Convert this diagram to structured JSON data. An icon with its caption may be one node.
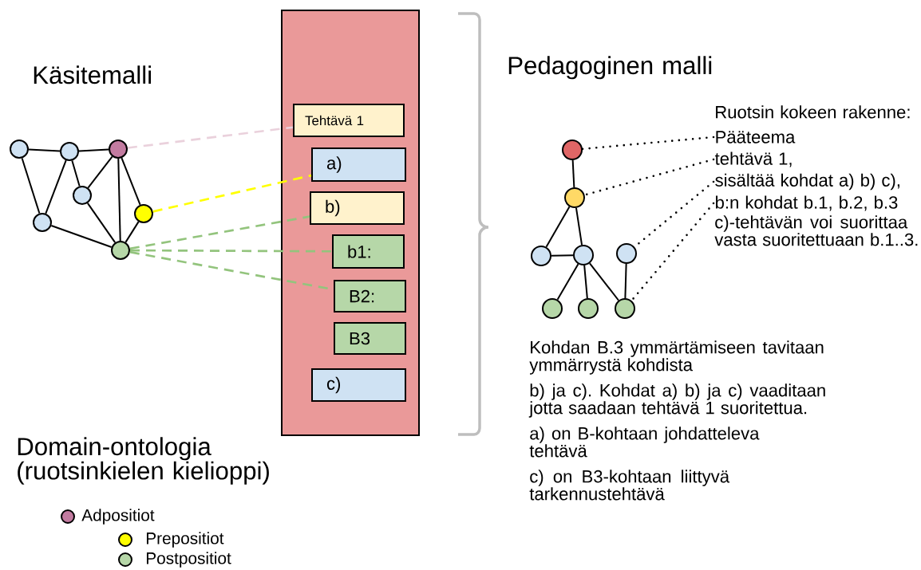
{
  "diagram": {
    "nodes": [
      {
        "text": [],
        "shape": "box"
      },
      {
        "text": [
          "Tehtävä 1"
        ],
        "in": 0
      },
      {
        "text": [
          "a)"
        ],
        "in": 0
      },
      {
        "text": [
          "b)"
        ],
        "in": 0
      },
      {
        "text": [
          "b1:"
        ],
        "in": 0
      },
      {
        "text": [
          "B2:"
        ],
        "in": 0
      },
      {
        "text": [
          "B3"
        ],
        "in": 0
      },
      {
        "text": [
          "c)"
        ],
        "in": 0
      },
      {
        "text": [],
        "shape": "circle"
      },
      {
        "text": [],
        "shape": "circle"
      },
      {
        "text": [],
        "shape": "circle"
      },
      {
        "text": [],
        "shape": "circle"
      },
      {
        "text": [],
        "shape": "circle"
      },
      {
        "text": [],
        "shape": "circle"
      },
      {
        "text": [],
        "shape": "circle"
      },
      {
        "text": [],
        "shape": "circle"
      },
      {
        "text": [],
        "shape": "circle"
      },
      {
        "text": [],
        "shape": "circle"
      },
      {
        "text": [],
        "shape": "circle"
      },
      {
        "text": [],
        "shape": "circle"
      },
      {
        "text": [],
        "shape": "circle"
      },
      {
        "text": [],
        "shape": "circle"
      },
      {
        "text": [],
        "shape": "circle"
      },
      {
        "text": [
          "Pääteema"
        ]
      },
      {
        "text": [
          "tehtävä 1,"
        ]
      },
      {
        "text": [
          "sisältää kohdat a) b) c),"
        ]
      },
      {
        "text": [
          "b:n kohdat b.1, b.2, b.3"
        ]
      }
    ],
    "edges": [
      {
        "from": 8,
        "to": 9,
        "arrow": "none"
      },
      {
        "from": 9,
        "to": 10,
        "arrow": "none"
      },
      {
        "from": 8,
        "to": 12,
        "arrow": "none"
      },
      {
        "from": 9,
        "to": 12,
        "arrow": "none"
      },
      {
        "from": 9,
        "to": 11,
        "arrow": "none"
      },
      {
        "from": 11,
        "to": 10,
        "arrow": "none"
      },
      {
        "from": 11,
        "to": 14,
        "arrow": "none"
      },
      {
        "from": 10,
        "to": 14,
        "arrow": "none"
      },
      {
        "from": 10,
        "to": 13,
        "arrow": "none"
      },
      {
        "from": 12,
        "to": 14,
        "arrow": "none"
      },
      {
        "from": 13,
        "to": 14,
        "arrow": "none"
      },
      {
        "from": 10,
        "to": 1,
        "arrow": "none",
        "style": "dashed",
        "color": "#ead1dc"
      },
      {
        "from": 13,
        "to": 2,
        "arrow": "none",
        "style": "dashed",
        "color": "#ffff00"
      },
      {
        "from": 14,
        "to": 3,
        "arrow": "none",
        "style": "dashed",
        "color": "#93c47d"
      },
      {
        "from": 14,
        "to": 4,
        "arrow": "none",
        "style": "dashed",
        "color": "#93c47d"
      },
      {
        "from": 14,
        "to": 5,
        "arrow": "none",
        "style": "dashed",
        "color": "#93c47d"
      },
      {
        "from": 15,
        "to": 16,
        "arrow": "none"
      },
      {
        "from": 16,
        "to": 17,
        "arrow": "none"
      },
      {
        "from": 16,
        "to": 18,
        "arrow": "none"
      },
      {
        "from": 17,
        "to": 18,
        "arrow": "none"
      },
      {
        "from": 18,
        "to": 20,
        "arrow": "none"
      },
      {
        "from": 18,
        "to": 21,
        "arrow": "none"
      },
      {
        "from": 18,
        "to": 22,
        "arrow": "none"
      },
      {
        "from": 19,
        "to": 22,
        "arrow": "none"
      },
      {
        "from": 23,
        "to": 15,
        "arrow": "none",
        "style": "dashed"
      },
      {
        "from": 24,
        "to": 16,
        "arrow": "none",
        "style": "dashed"
      },
      {
        "from": 25,
        "to": 19,
        "arrow": "none",
        "style": "dashed"
      },
      {
        "from": 26,
        "to": 22,
        "arrow": "none",
        "style": "dashed"
      }
    ],
    "labels": [
      "Käsitemalli",
      "Pedagoginen malli",
      "Ruotsin kokeen rakenne:",
      "c)-tehtävän voi suorittaa vasta suoritettuaan b.1..3.",
      "Kohdan B.3 ymmärtämiseen tavitaan ymmärrystä kohdista",
      "b) ja c). Kohdat a) b) ja c) vaaditaan jotta saadaan tehtävä 1 suoritettua.",
      "a) on B-kohtaan johdatteleva tehtävä",
      "c) on B3-kohtaan liittyvä tarkennustehtävä",
      "Domain-ontologia (ruotsinkielen kielioppi)"
    ],
    "legend": [
      {
        "text": "Adpositiot",
        "color": "#c27ba0"
      },
      {
        "text": "Prepositiot",
        "color": "#ffff00"
      },
      {
        "text": "Postpositiot",
        "color": "#b6d7a8"
      }
    ]
  }
}
